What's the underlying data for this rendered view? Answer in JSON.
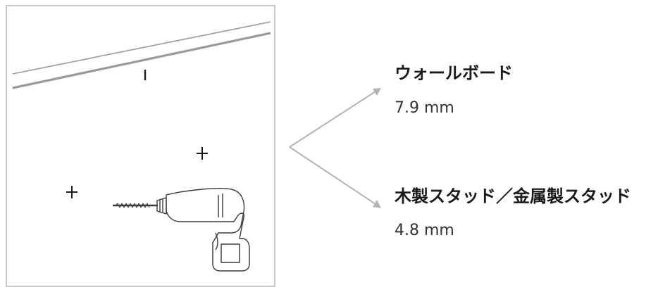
{
  "options": [
    {
      "material": "ウォールボード",
      "bit_size": "7.9 mm"
    },
    {
      "material": "木製スタッド／金属製スタッド",
      "bit_size": "4.8 mm"
    }
  ],
  "icons": [
    "wall-edge-icon",
    "mark-line-icon",
    "cross-mark-icon",
    "drill-icon",
    "arrow-icon"
  ],
  "colors": {
    "frame": "#c8c8c8",
    "wall_edge": "#9a9a9a",
    "arrow": "#b4b4b4",
    "ink": "#1a1a1a"
  }
}
